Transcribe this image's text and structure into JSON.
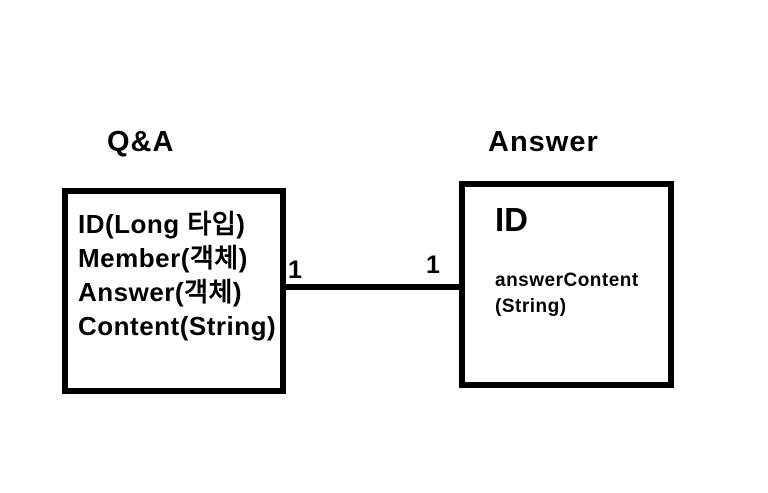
{
  "diagram": {
    "type": "entity-relationship",
    "background_color": "#ffffff",
    "stroke_color": "#000000",
    "text_color": "#000000",
    "entities": [
      {
        "title": "Q&A",
        "attributes": [
          "ID(Long 타입)",
          "Member(객체)",
          "Answer(객체)",
          "Content(String)"
        ]
      },
      {
        "title": "Answer",
        "attributes": [
          "ID",
          "answerContent",
          "(String)"
        ]
      }
    ],
    "relationship": {
      "left_cardinality": "1",
      "right_cardinality": "1"
    }
  }
}
